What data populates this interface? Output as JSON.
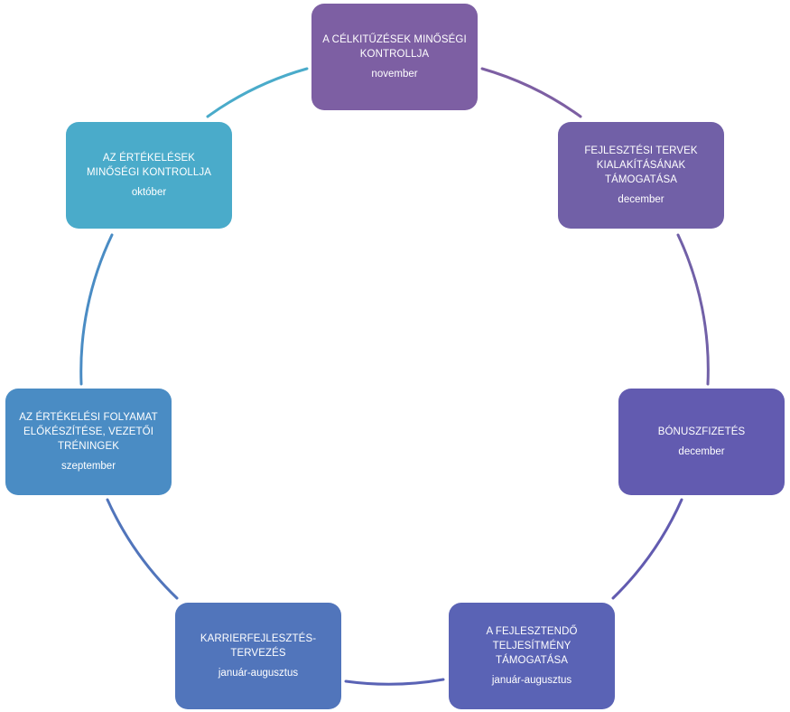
{
  "diagram": {
    "type": "cycle",
    "nodes": [
      {
        "title": "A CÉLKITŰZÉSEK MINŐSÉGI KONTROLLJA",
        "period": "november"
      },
      {
        "title": "FEJLESZTÉSI TERVEK KIALAKÍTÁSÁNAK TÁMOGATÁSA",
        "period": "december"
      },
      {
        "title": "BÓNUSZFIZETÉS",
        "period": "december"
      },
      {
        "title": "A FEJLESZTENDŐ TELJESÍTMÉNY TÁMOGATÁSA",
        "period": "január-augusztus"
      },
      {
        "title": "KARRIERFEJLESZTÉS-TERVEZÉS",
        "period": "január-augusztus"
      },
      {
        "title": "AZ ÉRTÉKELÉSI FOLYAMAT ELŐKÉSZÍTÉSE, VEZETŐI TRÉNINGEK",
        "period": "szeptember"
      },
      {
        "title": "AZ ÉRTÉKELÉSEK MINŐSÉGI KONTROLLJA",
        "period": "október"
      }
    ],
    "colors": {
      "node_1": "#7d5fa3",
      "node_2": "#7160a7",
      "node_3": "#625bb0",
      "node_4": "#5a63b5",
      "node_5": "#5175bb",
      "node_6": "#4a8cc4",
      "node_7": "#4aabca"
    }
  }
}
